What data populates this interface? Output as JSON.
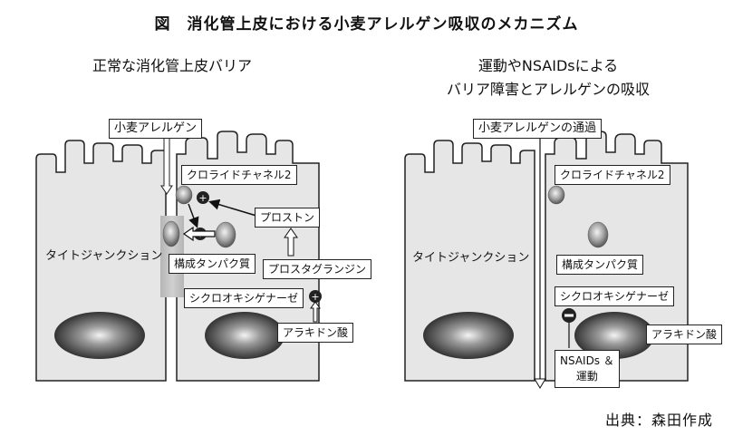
{
  "figure_title": "図　消化管上皮における小麦アレルゲン吸収のメカニズム",
  "left_panel": {
    "title": "正常な消化管上皮バリア",
    "allergen_label": "小麦アレルゲン",
    "tight_junction_label": "タイトジャンクション",
    "chloride_channel_label": "クロライドチャネル2",
    "prostone_label": "プロストン",
    "constituent_protein_label": "構成タンパク質",
    "prostaglandin_label": "プロスタグランジン",
    "cyclooxygenase_label": "シクロオキシゲナーゼ",
    "arachidonic_acid_label": "アラキドン酸"
  },
  "right_panel": {
    "title_line1": "運動やNSAIDsによる",
    "title_line2": "バリア障害とアレルゲンの吸収",
    "allergen_label": "小麦アレルゲンの通過",
    "tight_junction_label": "タイトジャンクション",
    "chloride_channel_label": "クロライドチャネル2",
    "constituent_protein_label": "構成タンパク質",
    "cyclooxygenase_label": "シクロオキシゲナーゼ",
    "arachidonic_acid_label": "アラキドン酸",
    "nsaids_label_line1": "NSAIDs ＆",
    "nsaids_label_line2": "運動"
  },
  "credit": "出典：森田作成",
  "colors": {
    "cell_fill": "#e6e6e6",
    "outline": "#222222",
    "shadow": "#c8c8c8"
  }
}
